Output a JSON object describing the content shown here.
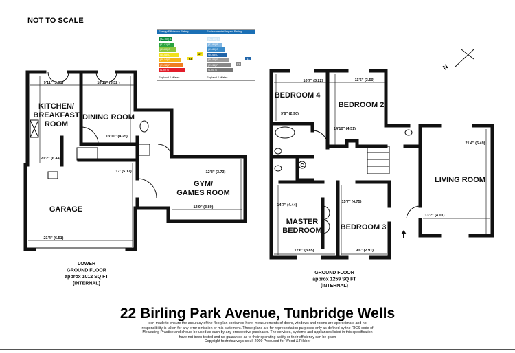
{
  "header": {
    "not_to_scale": "NOT TO SCALE"
  },
  "epc": {
    "energy": {
      "title": "Energy Efficiency Rating",
      "current": "63",
      "potential": "67",
      "region": "England & Wales",
      "bands": [
        {
          "label": "(92-100) A",
          "color": "#0a8a3a"
        },
        {
          "label": "(81-91) B",
          "color": "#2aa440"
        },
        {
          "label": "(69-80) C",
          "color": "#8cc63e"
        },
        {
          "label": "(55-68) D",
          "color": "#f1e11c"
        },
        {
          "label": "(39-54) E",
          "color": "#f5b41a"
        },
        {
          "label": "(21-38) F",
          "color": "#ef7d20"
        },
        {
          "label": "(1-20) G",
          "color": "#e21d2b"
        }
      ]
    },
    "environmental": {
      "title": "Environmental Impact Rating",
      "current": "57",
      "potential": "61",
      "region": "England & Wales",
      "bands": [
        {
          "label": "(92-100) A",
          "color": "#cfe6f5"
        },
        {
          "label": "(81-91) B",
          "color": "#7fb6e3"
        },
        {
          "label": "(69-80) C",
          "color": "#3b8ccb"
        },
        {
          "label": "(55-68) D",
          "color": "#2266aa"
        },
        {
          "label": "(39-54) E",
          "color": "#9a9a9a"
        },
        {
          "label": "(21-38) F",
          "color": "#888888"
        },
        {
          "label": "(1-20) G",
          "color": "#777777"
        }
      ]
    }
  },
  "lower_floor": {
    "rooms": {
      "kitchen": [
        "KITCHEN/",
        "BREAKFAST",
        "ROOM"
      ],
      "dining": "DINING ROOM",
      "garage": "GARAGE",
      "gym": [
        "GYM/",
        "GAMES ROOM"
      ]
    },
    "dims": {
      "kitchen_w": "9'11\" (3.01)",
      "dining_w": "10'11\" (3.32 )",
      "dining_l": "13'11\" (4.25)",
      "kitchen_l": "21'2\" (6.44)",
      "garage_l": "17' (5.17)",
      "garage_w": "21'4\" (6.51)",
      "gym_l": "12'3\" (3.73)",
      "gym_w": "12'9\" (3.89)"
    },
    "caption": [
      "LOWER",
      "GROUND FLOOR",
      "approx 1012 SQ FT",
      "(INTERNAL)"
    ]
  },
  "ground_floor": {
    "rooms": {
      "bed4": "BEDROOM 4",
      "bed2": "BEDROOM 2",
      "living": "LIVING ROOM",
      "master": [
        "MASTER",
        "BEDROOM"
      ],
      "bed3": "BEDROOM 3",
      "cupboard": "C"
    },
    "dims": {
      "bed4_w": "10'7\" (3.22)",
      "bed2_w": "11'6\" (3.50)",
      "bed4_l": "9'6\" (2.90)",
      "bed2_l": "14'10\" (4.51)",
      "living_l": "21'4\" (6.49)",
      "living_w": "13'2\" (4.01)",
      "master_l": "14'7\" (4.44)",
      "bed3_l": "15'7\" (4.75)",
      "master_w": "12'6\" (3.85)",
      "bed3_w": "9'6\" (2.91)"
    },
    "caption": [
      "GROUND FLOOR",
      "approx 1259 SQ FT",
      "(INTERNAL)"
    ]
  },
  "footer": {
    "title": "22 Birling Park Avenue, Tunbridge Wells",
    "disclaimer": [
      "een made to ensure the accuracy of the floorplan contained here, measurements of doors, windows and rooms are approximate and no",
      "responsibility is taken for any error omission or mis-statement. These plans are for representation purposes only as defined by the RICS code of",
      "Measuring Practice and should  be used as such by any prospective purchaser. The services, systems and appliances listed in this specification",
      "have not been tested and no guarantee as to their operating ability or their efficiency can be given",
      "Copyright foxtrotsurveys.co.uk 2009    Produced for Wood & Pilcher"
    ]
  }
}
